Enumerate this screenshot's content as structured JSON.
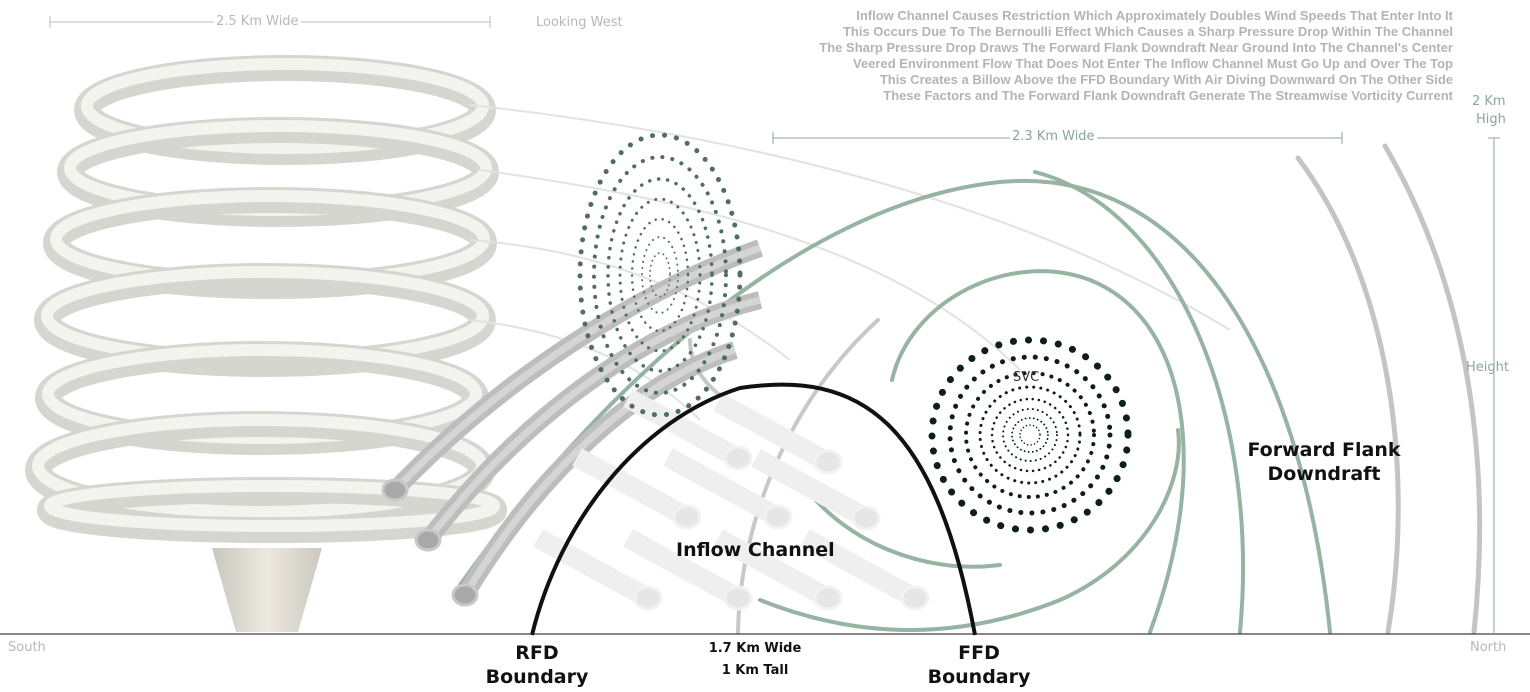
{
  "header": {
    "width_left": "2.5 Km Wide",
    "looking": "Looking West",
    "notes": [
      "Inflow Channel Causes Restriction Which Approximately Doubles Wind Speeds That Enter Into It",
      "This Occurs Due To The Bernoulli Effect Which Causes a Sharp Pressure Drop Within The Channel",
      "The Sharp Pressure Drop Draws The Forward Flank Downdraft Near Ground Into The Channel's Center",
      "Veered Environment Flow That Does Not Enter The Inflow Channel Must Go Up and Over The Top",
      "This Creates a Billow Above the FFD Boundary With Air Diving Downward On The Other Side",
      "These Factors and The Forward Flank Downdraft Generate The Streamwise Vorticity Current"
    ]
  },
  "dimensions": {
    "width_right": "2.3 Km Wide",
    "height_top_line1": "2 Km",
    "height_top_line2": "High",
    "height_mid": "Height"
  },
  "ground": {
    "south": "South",
    "north": "North"
  },
  "labels": {
    "svc": "SVC",
    "ffd_line1": "Forward Flank",
    "ffd_line2": "Downdraft",
    "inflow": "Inflow Channel",
    "rfd_line1": "RFD",
    "rfd_line2": "Boundary",
    "ffd_b_line1": "FFD",
    "ffd_b_line2": "Boundary",
    "channel_w": "1.7 Km Wide",
    "channel_h": "1 Km Tall"
  },
  "colors": {
    "green": "#8aa896",
    "gray": "#b8b8b8",
    "dark": "#111111"
  }
}
